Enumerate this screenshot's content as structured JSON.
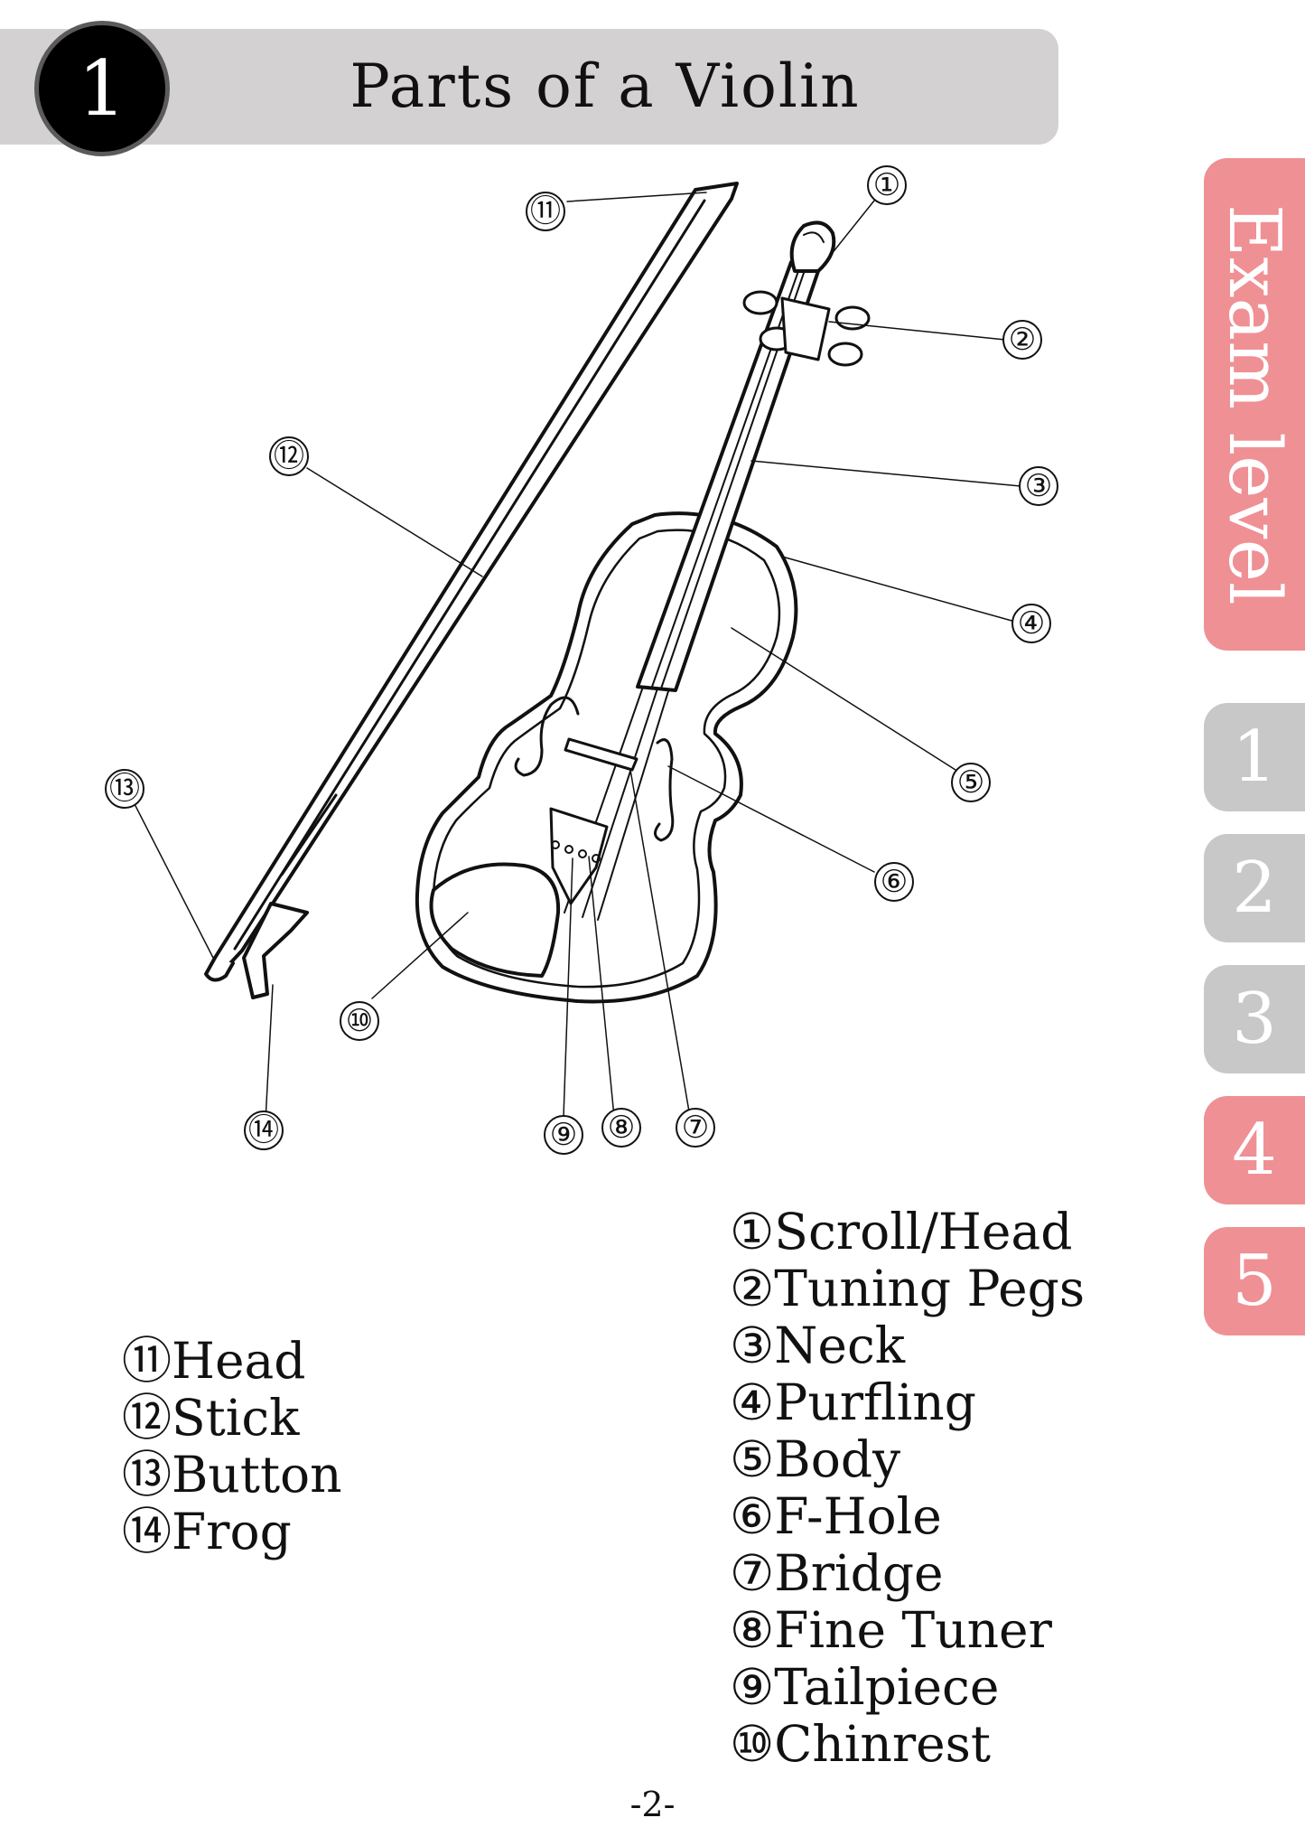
{
  "header": {
    "chapter_number": "1",
    "title": "Parts of a Violin"
  },
  "side_tabs": {
    "exam_label": "Exam level",
    "levels": [
      "1",
      "2",
      "3",
      "4",
      "5"
    ],
    "active_levels": [
      "4",
      "5"
    ]
  },
  "diagram": {
    "callouts": [
      "①",
      "②",
      "③",
      "④",
      "⑤",
      "⑥",
      "⑦",
      "⑧",
      "⑨",
      "⑩",
      "⑪",
      "⑫",
      "⑬",
      "⑭"
    ]
  },
  "parts_list": {
    "violin": [
      "①Scroll/Head",
      "②Tuning Pegs",
      "③Neck",
      "④Purfling",
      "⑤Body",
      "⑥F-Hole",
      "⑦Bridge",
      "⑧Fine Tuner",
      "⑨Tailpiece",
      "⑩Chinrest"
    ],
    "bow": [
      "⑪Head",
      "⑫Stick",
      "⑬Button",
      "⑭Frog"
    ]
  },
  "footer": {
    "page_number": "-2-"
  },
  "colors": {
    "title_bar": "#d4d1d2",
    "pink_tab": "#ef9095",
    "grey_tab": "#c8c8c8"
  }
}
